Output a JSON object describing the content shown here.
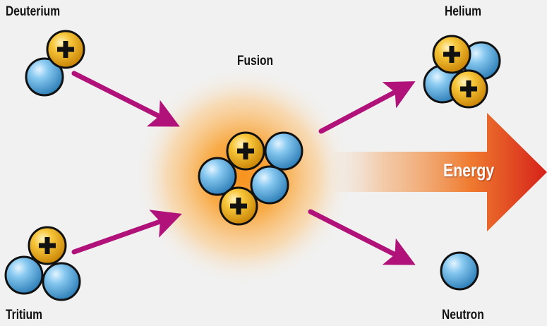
{
  "labels": {
    "deuterium": "Deuterium",
    "tritium": "Tritium",
    "fusion": "Fusion",
    "helium": "Helium",
    "neutron": "Neutron",
    "energy": "Energy"
  },
  "colors": {
    "background": "#f1f1f1",
    "proton": "#f2b01e",
    "neutron": "#6ab8e8",
    "arrow": "#b0127a",
    "fusion_glow": "#f7931e",
    "energy_arrow": "#e85a1a"
  },
  "icons": {
    "proton": "plus-sign-sphere",
    "neutron": "blue-sphere"
  }
}
